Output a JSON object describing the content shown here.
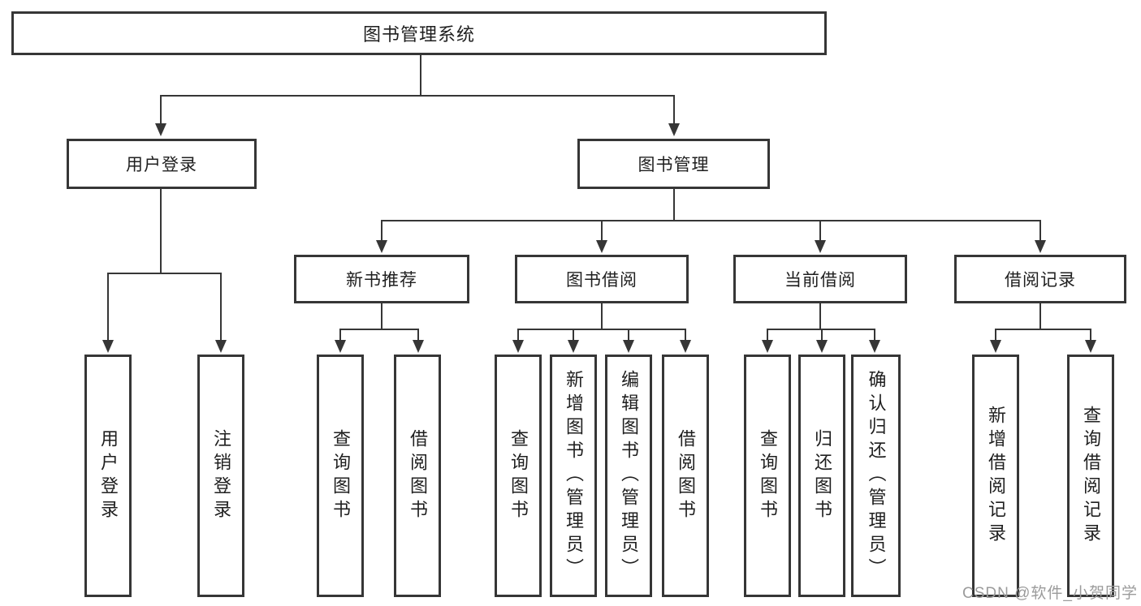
{
  "diagram": {
    "root": {
      "label": "图书管理系统"
    },
    "branches": [
      {
        "label": "用户登录",
        "leaves": [
          {
            "label": "用户登录"
          },
          {
            "label": "注销登录"
          }
        ]
      },
      {
        "label": "图书管理",
        "groups": [
          {
            "label": "新书推荐",
            "leaves": [
              {
                "label": "查询图书"
              },
              {
                "label": "借阅图书"
              }
            ]
          },
          {
            "label": "图书借阅",
            "leaves": [
              {
                "label": "查询图书"
              },
              {
                "label": "新增图书（管理员）"
              },
              {
                "label": "编辑图书（管理员）"
              },
              {
                "label": "借阅图书"
              }
            ]
          },
          {
            "label": "当前借阅",
            "leaves": [
              {
                "label": "查询图书"
              },
              {
                "label": "归还图书"
              },
              {
                "label": "确认归还（管理员）"
              }
            ]
          },
          {
            "label": "借阅记录",
            "leaves": [
              {
                "label": "新增借阅记录"
              },
              {
                "label": "查询借阅记录"
              }
            ]
          }
        ]
      }
    ]
  },
  "watermark": {
    "text": "CSDN @软件_小贺同学",
    "color": "#9b9b9b"
  },
  "colors": {
    "line": "#363636",
    "box_border": "#363636",
    "text": "#1f1f1f",
    "background": "#ffffff"
  }
}
